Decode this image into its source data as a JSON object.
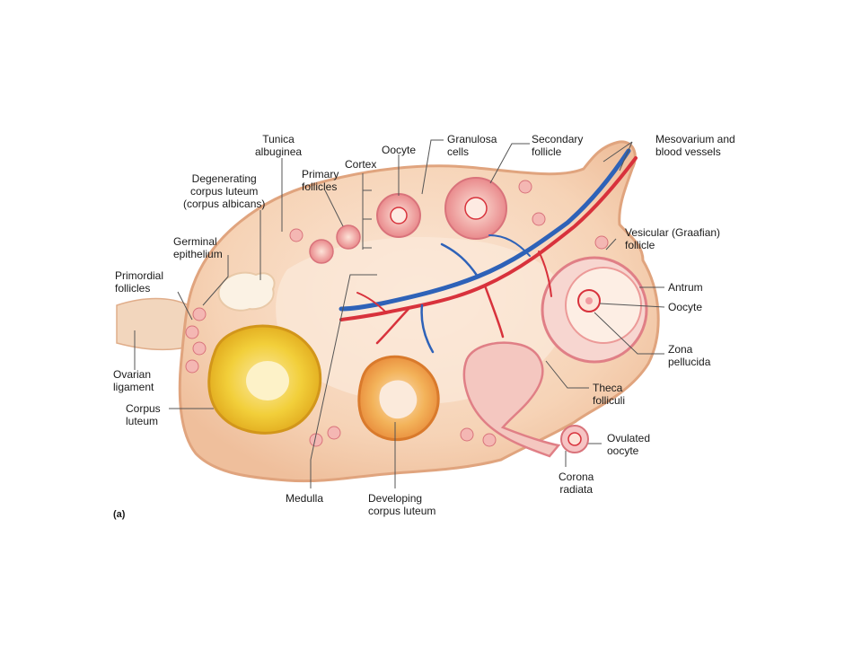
{
  "panel_letter": "(a)",
  "labels": {
    "tunica_albuginea": [
      "Tunica",
      "albuginea"
    ],
    "degenerating_corpus_luteum": [
      "Degenerating",
      "corpus luteum",
      "(corpus albicans)"
    ],
    "primary_follicles": [
      "Primary",
      "follicles"
    ],
    "cortex": [
      "Cortex"
    ],
    "oocyte_top": [
      "Oocyte"
    ],
    "granulosa_cells": [
      "Granulosa",
      "cells"
    ],
    "secondary_follicle": [
      "Secondary",
      "follicle"
    ],
    "mesovarium": [
      "Mesovarium and",
      "blood vessels"
    ],
    "germinal_epithelium": [
      "Germinal",
      "epithelium"
    ],
    "vesicular_follicle": [
      "Vesicular (Graafian)",
      "follicle"
    ],
    "primordial_follicles": [
      "Primordial",
      "follicles"
    ],
    "antrum": [
      "Antrum"
    ],
    "oocyte_right": [
      "Oocyte"
    ],
    "zona_pellucida": [
      "Zona",
      "pellucida"
    ],
    "ovarian_ligament": [
      "Ovarian",
      "ligament"
    ],
    "theca_folliculi": [
      "Theca",
      "folliculi"
    ],
    "corpus_luteum": [
      "Corpus",
      "luteum"
    ],
    "ovulated_oocyte": [
      "Ovulated",
      "oocyte"
    ],
    "corona_radiata": [
      "Corona",
      "radiata"
    ],
    "medulla": [
      "Medulla"
    ],
    "developing_corpus_luteum": [
      "Developing",
      "corpus luteum"
    ]
  },
  "colors": {
    "ovary_tissue": "#f6d2b4",
    "ovary_outline": "#e3a985",
    "medulla_tissue": "#fbe6d5",
    "corpus_luteum": "#f2cc2c",
    "artery": "#d8323c",
    "vein": "#2e62b8",
    "follicle": "#ec9a98",
    "leader_line": "#555555"
  }
}
